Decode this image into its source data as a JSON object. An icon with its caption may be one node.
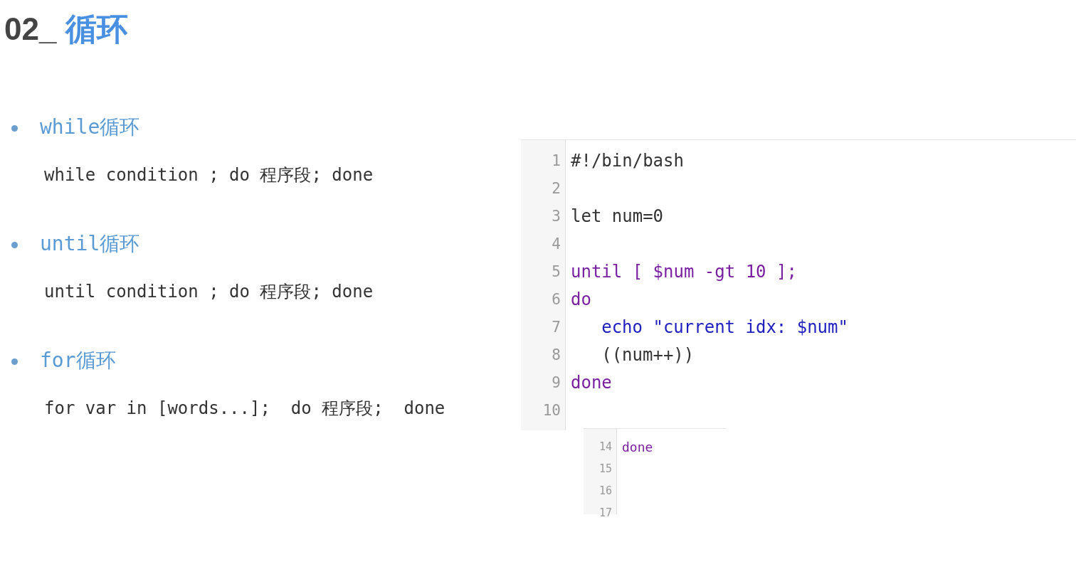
{
  "diagram": {
    "title": "02_ 循环",
    "labels": [
      "while循环",
      "while condition ; do 程序段; done",
      "until循环",
      "until condition ; do 程序段; done",
      "for循环",
      "for var in [words...];  do 程序段;  done",
      "1",
      "#!/bin/bash",
      "2",
      "3",
      "let num=0",
      "4",
      "5",
      "until [ $num -gt 10 ];",
      "6",
      "do",
      "7",
      "echo \"current idx: $num\"",
      "8",
      "((num++))",
      "9",
      "done",
      "10",
      "14",
      "done",
      "15",
      "16",
      "17"
    ]
  }
}
